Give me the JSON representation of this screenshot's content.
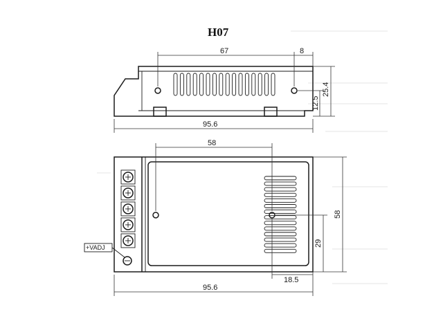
{
  "title": "H07",
  "side_view": {
    "dims": {
      "length": "67",
      "offset": "8",
      "height": "25.4",
      "hole_height": "12.5",
      "overall_width": "95.6"
    }
  },
  "top_view": {
    "dims": {
      "length": "58",
      "height": "58",
      "hole_height": "29",
      "hole_offset": "18.5",
      "overall_width": "95.6"
    },
    "adjust_label": "+VADJ"
  },
  "colors": {
    "line": "#1a1a1a",
    "background": "#ffffff"
  }
}
